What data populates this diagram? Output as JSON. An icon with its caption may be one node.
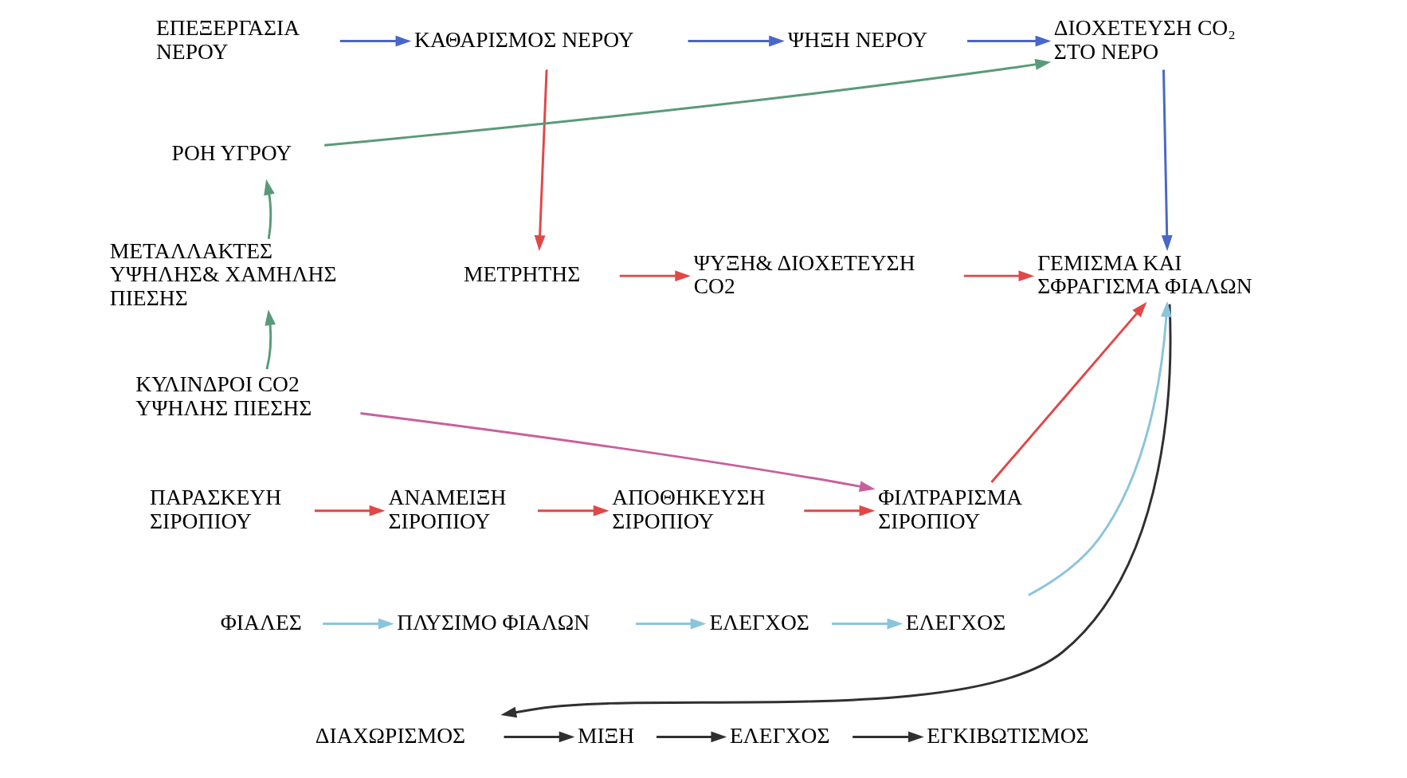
{
  "diagram": {
    "nodes": [
      {
        "text": [
          "ΕΠΕΞΕΡΓΑΣΙΑ ΝΕΡΟΥ"
        ]
      },
      {
        "text": [
          "ΚΑΘΑΡΙΣΜΟΣ ΝΕΡΟΥ"
        ]
      },
      {
        "text": [
          "ΨΗΞΗ ΝΕΡΟΥ"
        ]
      },
      {
        "text": [
          "ΔΙΟΧΕΤΕΥΣΗ CO₂ ΣΤΟ ΝΕΡΟ"
        ]
      },
      {
        "text": [
          "ΡΟΗ ΥΓΡΟΥ"
        ]
      },
      {
        "text": [
          "ΜΕΤΑΛΛΑΚΤΕΣ ΥΨΗΛΗΣ& ΧΑΜΗΛΗΣ ΠΙΕΣΗΣ"
        ]
      },
      {
        "text": [
          "ΚΥΛΙΝΔΡΟΙ CO2 ΥΨΗΛΗΣ ΠΙΕΣΗΣ"
        ]
      },
      {
        "text": [
          "ΜΕΤΡΗΤΗΣ"
        ]
      },
      {
        "text": [
          "ΨΥΞΗ& ΔΙΟΧΕΤΕΥΣΗ  CO2"
        ]
      },
      {
        "text": [
          "ΓΕΜΙΣΜΑ ΚΑΙ ΣΦΡΑΓΙΣΜΑ ΦΙΑΛΩΝ"
        ]
      },
      {
        "text": [
          "ΠΑΡΑΣΚΕΥΗ ΣΙΡΟΠΙΟΥ"
        ]
      },
      {
        "text": [
          "ΑΝΑΜΕΙΞΗ ΣΙΡΟΠΙΟΥ"
        ]
      },
      {
        "text": [
          "ΑΠΟΘΗΚΕΥΣΗ ΣΙΡΟΠΙΟΥ"
        ]
      },
      {
        "text": [
          "ΦΙΛΤΡΑΡΙΣΜΑ ΣΙΡΟΠΙΟΥ"
        ]
      },
      {
        "text": [
          "ΦΙΑΛΕΣ"
        ]
      },
      {
        "text": [
          "ΠΛΥΣΙΜΟ ΦΙΑΛΩΝ"
        ]
      },
      {
        "text": [
          "ΕΛΕΓΧΟΣ"
        ]
      },
      {
        "text": [
          "ΕΛΕΓΧΟΣ"
        ]
      },
      {
        "text": [
          "ΔΙΑΧΩΡΙΣΜΟΣ"
        ]
      },
      {
        "text": [
          "ΜΙΞΗ"
        ]
      },
      {
        "text": [
          "ΕΛΕΓΧΟΣ"
        ]
      },
      {
        "text": [
          "ΕΓΚΙΒΩΤΙΣΜΟΣ"
        ]
      }
    ],
    "edges": [
      {
        "from": 0,
        "to": 1,
        "arrow": "to",
        "color": "#4a66c8"
      },
      {
        "from": 1,
        "to": 2,
        "arrow": "to",
        "color": "#4a66c8"
      },
      {
        "from": 2,
        "to": 3,
        "arrow": "to",
        "color": "#4a66c8"
      },
      {
        "from": 3,
        "to": 9,
        "arrow": "to",
        "color": "#4a66c8"
      },
      {
        "from": 1,
        "to": 7,
        "arrow": "to"
      },
      {
        "from": 6,
        "to": 5,
        "arrow": "to",
        "color": "#5a9a78"
      },
      {
        "from": 5,
        "to": 4,
        "arrow": "to",
        "color": "#5a9a78"
      },
      {
        "from": 4,
        "to": 3,
        "arrow": "to",
        "color": "#5a9a78"
      },
      {
        "from": 7,
        "to": 8,
        "arrow": "to"
      },
      {
        "from": 8,
        "to": 9,
        "arrow": "to"
      },
      {
        "from": 6,
        "to": 13,
        "arrow": "to",
        "color": "#c8609c"
      },
      {
        "from": 10,
        "to": 11,
        "arrow": "to"
      },
      {
        "from": 11,
        "to": 12,
        "arrow": "to"
      },
      {
        "from": 12,
        "to": 13,
        "arrow": "to"
      },
      {
        "from": 13,
        "to": 9,
        "arrow": "to"
      },
      {
        "from": 14,
        "to": 15,
        "arrow": "to",
        "color": "#8cc4dc"
      },
      {
        "from": 15,
        "to": 16,
        "arrow": "to",
        "color": "#8cc4dc"
      },
      {
        "from": 16,
        "to": 17,
        "arrow": "to",
        "color": "#8cc4dc"
      },
      {
        "from": 17,
        "to": 9,
        "arrow": "to",
        "color": "#8cc4dc"
      },
      {
        "from": 9,
        "to": 18,
        "arrow": "to",
        "color": "#303030"
      },
      {
        "from": 18,
        "to": 19,
        "arrow": "to",
        "color": "#303030"
      },
      {
        "from": 19,
        "to": 20,
        "arrow": "to",
        "color": "#303030"
      },
      {
        "from": 20,
        "to": 21,
        "arrow": "to",
        "color": "#303030"
      }
    ]
  }
}
